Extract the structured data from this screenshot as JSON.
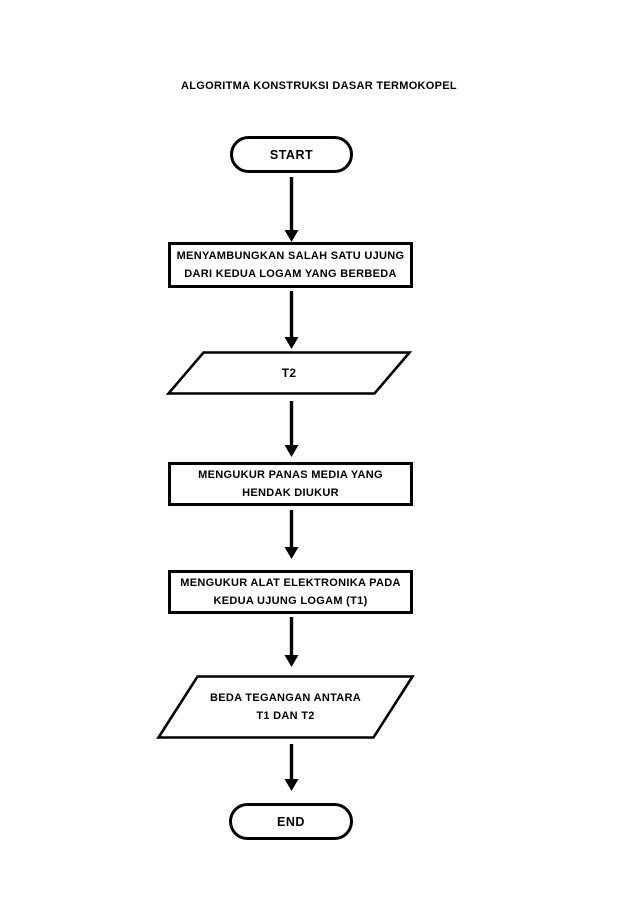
{
  "page": {
    "title": "ALGORITMA KONSTRUKSI DASAR TERMOKOPEL",
    "background_color": "#ffffff",
    "line_color": "#000000"
  },
  "flowchart": {
    "nodes": [
      {
        "id": "start",
        "type": "terminator",
        "label": "START"
      },
      {
        "id": "step1",
        "type": "process",
        "lines": [
          "MENYAMBUNGKAN SALAH SATU UJUNG",
          "DARI KEDUA LOGAM YANG BERBEDA"
        ]
      },
      {
        "id": "t2",
        "type": "input-output",
        "label": "T2"
      },
      {
        "id": "step2",
        "type": "process",
        "lines": [
          "MENGUKUR PANAS MEDIA YANG",
          "HENDAK DIUKUR"
        ]
      },
      {
        "id": "step3",
        "type": "process",
        "lines": [
          "MENGUKUR ALAT ELEKTRONIKA PADA",
          "KEDUA UJUNG LOGAM (T1)"
        ]
      },
      {
        "id": "output",
        "type": "input-output",
        "lines": [
          "BEDA TEGANGAN ANTARA",
          "T1 DAN T2"
        ]
      },
      {
        "id": "end",
        "type": "terminator",
        "label": "END"
      }
    ],
    "connector_count": 6
  }
}
